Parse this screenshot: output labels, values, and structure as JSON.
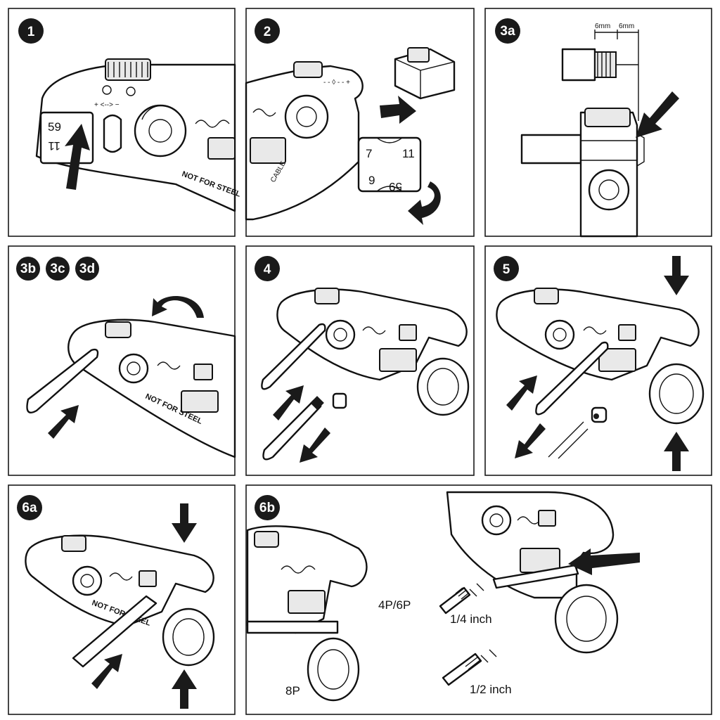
{
  "steps": {
    "s1": "1",
    "s2": "2",
    "s3a": "3a",
    "s3b": "3b",
    "s3c": "3c",
    "s3d": "3d",
    "s4": "4",
    "s5": "5",
    "s6a": "6a",
    "s6b": "6b"
  },
  "labels": {
    "measure_left": "6mm",
    "measure_right": "6mm",
    "cassette_tl": "7",
    "cassette_tr": "11",
    "cassette_bl": "9",
    "cassette_br": "59",
    "tool_59": "59",
    "tool_11": "11",
    "not_for_steel": "NOT FOR STEEL",
    "modular_4p6p": "4P/6P",
    "modular_8p": "8P",
    "quarter_inch": "1/4 inch",
    "half_inch": "1/2 inch"
  },
  "colors": {
    "line": "#111111",
    "arrow": "#1a1a1a",
    "badge": "#1a1a1a"
  }
}
